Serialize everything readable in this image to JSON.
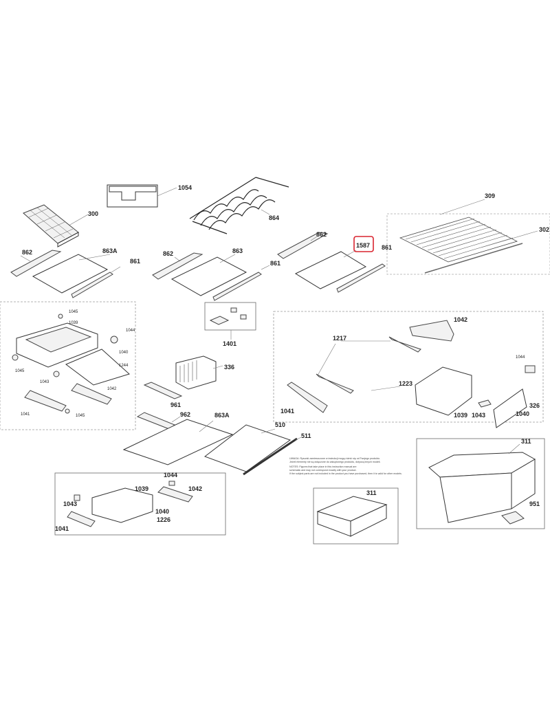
{
  "diagram": {
    "highlight_color": "#d9232e",
    "labels": {
      "p1054": "1054",
      "p300": "300",
      "p864": "864",
      "p309": "309",
      "p302": "302",
      "p862a": "862",
      "p863A_a": "863A",
      "p861a": "861",
      "p862b": "862",
      "p863": "863",
      "p861b": "861",
      "p862c": "862",
      "p1587": "1587",
      "p861c": "861",
      "p1401": "1401",
      "p1045a": "1045",
      "p1039a": "1039",
      "p1044a": "1044",
      "p1040a": "1040",
      "p1244": "1244",
      "p1045b": "1045",
      "p1043a": "1043",
      "p1042a": "1042",
      "p1041a": "1041",
      "p1045c": "1045",
      "p336": "336",
      "p961": "961",
      "p962": "962",
      "p863A_b": "863A",
      "p510": "510",
      "p511": "511",
      "p1042b": "1042",
      "p1217": "1217",
      "p1223": "1223",
      "p1044b": "1044",
      "p326": "326",
      "p1041b": "1041",
      "p1039b": "1039",
      "p1043b": "1043",
      "p1040b": "1040",
      "p311a": "311",
      "p951": "951",
      "p1044c": "1044",
      "p1042c": "1042",
      "p1039c": "1039",
      "p1043c": "1043",
      "p1040c": "1040",
      "p1226": "1226",
      "p1041c": "1041",
      "p311b": "311"
    },
    "notes": [
      "UWAGA: Rysunki zamieszczone w instrukcji mogą różnić się od Twojego produktu.",
      "Jeżeli elementy nie są dołączone do zakupionego produktu, dotyczą innych modeli.",
      "NOTES: Figures that take place in this instruction manual are",
      "schematic and may not correspond exactly with your product.",
      "If the subject parts are not included in the product you have purchased, then it is valid for other models."
    ]
  }
}
